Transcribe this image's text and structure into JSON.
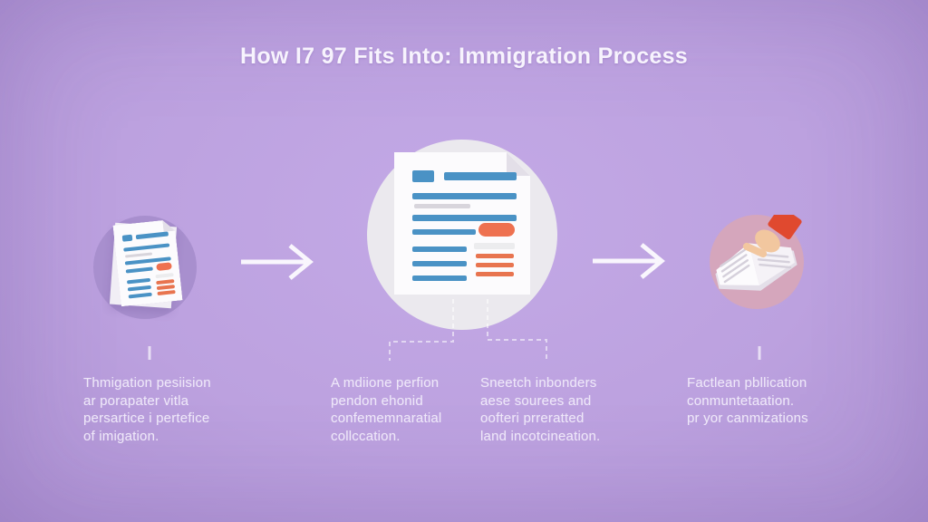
{
  "title": "How I7 97 Fits Into: Immigration Process",
  "captions": {
    "step1": {
      "line1": "Thmigation pesiision",
      "line2": "ar porapater vitla",
      "line3": "persartice i pertefice",
      "line4": "of imigation."
    },
    "step2": {
      "line1": "A mdiione perfion",
      "line2": "pendon ehonid",
      "line3": "confememnaratial",
      "line4": "collccation."
    },
    "step3": {
      "line1": "Sneetch inbonders",
      "line2": "aese sourees and",
      "line3": "oofteri prreratted",
      "line4": "land incotcineation."
    },
    "step4": {
      "line1": "Factlean pbllication",
      "line2": "conmuntetaation.",
      "line3": "pr yor canmizations"
    }
  },
  "icons": {
    "step1": "document-icon",
    "step2": "document-detail-icon",
    "step3": "open-book-pointing-hand-icon",
    "between_steps": "arrow-right-icon"
  },
  "colors": {
    "background": "#bca1df",
    "background_edge": "#ae93d3",
    "title_text": "#f7f3fd",
    "caption_text": "#eee7f9",
    "accent_blue": "#4a92c5",
    "accent_orange": "#e8744f",
    "button_orange": "#ee7150",
    "sleeve_red": "#e0492f",
    "hand_skin": "#f2c79f",
    "paper_white": "#fcfbfd",
    "paper_shade": "#e3dfe8",
    "line_gray": "#d8d5dc",
    "center_circle": "#ebe9ee",
    "left_circle": "#a88fce",
    "right_circle": "#d5a6bc",
    "connector_white": "rgba(255,255,255,0.55)"
  }
}
